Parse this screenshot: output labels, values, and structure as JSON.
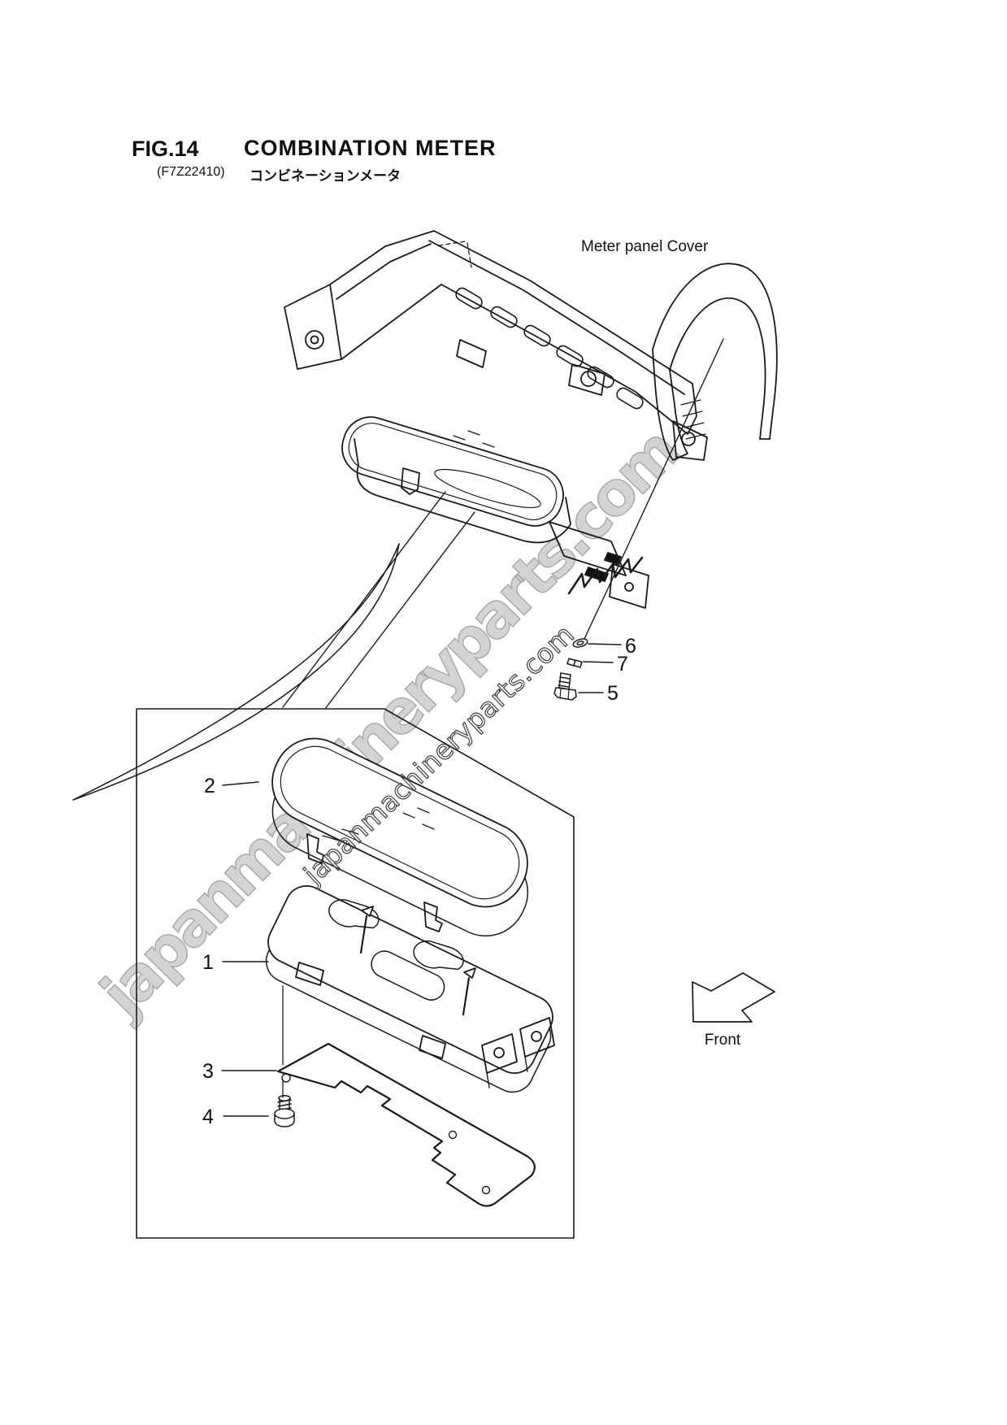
{
  "page": {
    "background": "#ffffff",
    "line_color": "#1a1a1a"
  },
  "header": {
    "figure_number": "FIG.14",
    "title": "COMBINATION METER",
    "figure_code": "(F7Z22410)",
    "title_japanese": "コンビネーションメータ"
  },
  "diagram": {
    "labels": {
      "meter_panel_cover": "Meter panel Cover",
      "front_direction": "Front"
    },
    "callouts": [
      {
        "number": "1"
      },
      {
        "number": "2"
      },
      {
        "number": "3"
      },
      {
        "number": "4"
      },
      {
        "number": "5"
      },
      {
        "number": "6"
      },
      {
        "number": "7"
      }
    ]
  },
  "watermark": {
    "text": "japanmachineryparts.com",
    "large_fill": "#d3d3d3",
    "large_outline": "#a6a6a6",
    "small_outline": "#3c3c3c"
  }
}
